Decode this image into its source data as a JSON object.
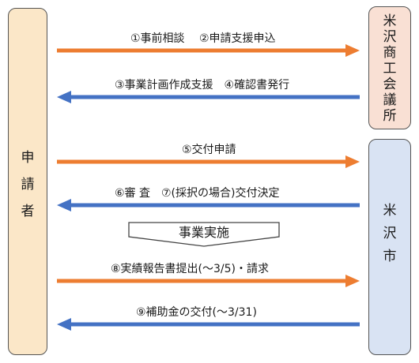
{
  "actors": {
    "applicant": "申請者",
    "chamber": "米沢商工会議所",
    "city": "米沢市"
  },
  "steps": [
    {
      "label": "①事前相談　 ②申請支援申込",
      "direction": "right",
      "color": "#ed7d31"
    },
    {
      "label": "③事業計画作成支援　④確認書発行",
      "direction": "left",
      "color": "#4472c4"
    },
    {
      "label": "⑤交付申請",
      "direction": "right",
      "color": "#ed7d31"
    },
    {
      "label": "⑥審 査　⑦(採択の場合)交付決定",
      "direction": "left",
      "color": "#4472c4"
    },
    {
      "label": "⑧実績報告書提出(～3/5)・請求",
      "direction": "right",
      "color": "#ed7d31"
    },
    {
      "label": "⑨補助金の交付(～3/31)",
      "direction": "left",
      "color": "#4472c4"
    }
  ],
  "implementation": {
    "label": "事業実施"
  },
  "colors": {
    "orange_arrow": "#ed7d31",
    "blue_arrow": "#4472c4",
    "applicant_fill": "#fbe7c8",
    "chamber_fill": "#f9e0d4",
    "city_fill": "#d9e3f3"
  }
}
